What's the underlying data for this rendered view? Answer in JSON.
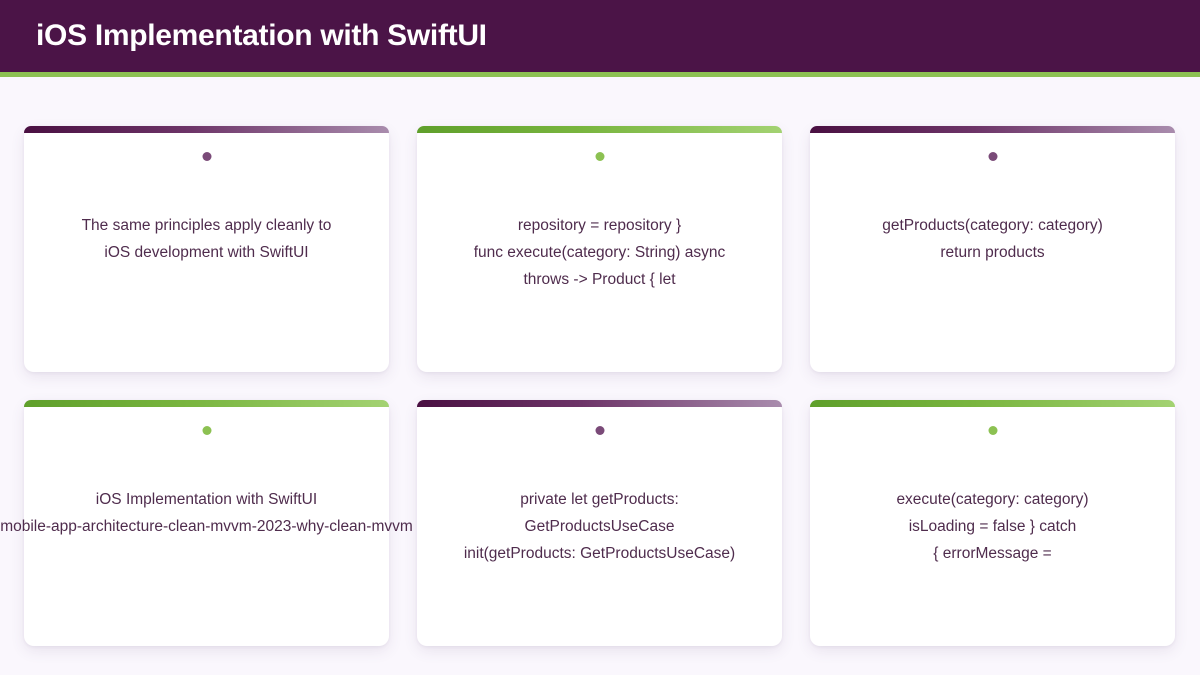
{
  "header": {
    "title": "iOS Implementation with SwiftUI",
    "background_color": "#4b1447",
    "accent_color": "#8cc152",
    "title_color": "#ffffff"
  },
  "page": {
    "background_color": "#faf7fd",
    "body_text_color": "#4f2c4d"
  },
  "cards": [
    {
      "accent": "purple",
      "accent_gradient_from": "#4a1042",
      "accent_gradient_to": "#a98cad",
      "dot_color": "#7a4a78",
      "lines": [
        "The same principles apply cleanly to",
        "iOS development with SwiftUI"
      ]
    },
    {
      "accent": "green",
      "accent_gradient_from": "#5f9f2b",
      "accent_gradient_to": "#a3d272",
      "dot_color": "#8cc152",
      "lines": [
        "repository = repository }",
        "func execute(category: String) async",
        "throws -> Product { let"
      ]
    },
    {
      "accent": "purple",
      "accent_gradient_from": "#4a1042",
      "accent_gradient_to": "#a98cad",
      "dot_color": "#7a4a78",
      "lines": [
        "getProducts(category: category)",
        "return products"
      ]
    },
    {
      "accent": "green",
      "accent_gradient_from": "#5f9f2b",
      "accent_gradient_to": "#a3d272",
      "dot_color": "#8cc152",
      "lines": [
        "iOS Implementation with SwiftUI",
        "mobile-app-architecture-clean-mvvm-2023-why-clean-mvvm"
      ]
    },
    {
      "accent": "purple",
      "accent_gradient_from": "#4a1042",
      "accent_gradient_to": "#a98cad",
      "dot_color": "#7a4a78",
      "lines": [
        "private let getProducts:",
        "GetProductsUseCase",
        "init(getProducts: GetProductsUseCase)"
      ]
    },
    {
      "accent": "green",
      "accent_gradient_from": "#5f9f2b",
      "accent_gradient_to": "#a3d272",
      "dot_color": "#8cc152",
      "lines": [
        "execute(category: category)",
        "isLoading = false } catch",
        "{ errorMessage ="
      ]
    }
  ]
}
